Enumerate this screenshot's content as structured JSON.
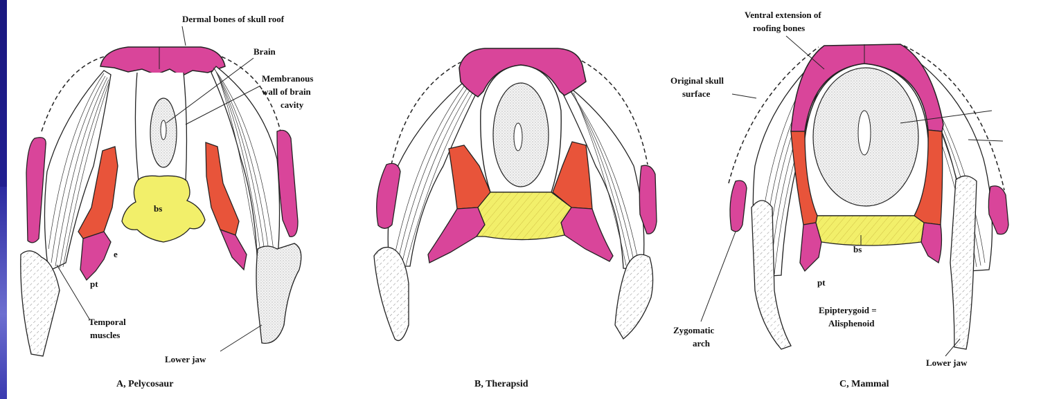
{
  "colors": {
    "background": "#1f1d8f",
    "dermal_roof": "#d9459a",
    "epipterygoid": "#e8543a",
    "basisphenoid": "#f2ef6a",
    "panel": "#ffffff"
  },
  "panels": {
    "a": {
      "caption": "A, Pelycosaur",
      "labels": {
        "dermal_bones": "Dermal bones of skull roof",
        "brain": "Brain",
        "membranous_1": "Membranous",
        "membranous_2": "wall of brain",
        "membranous_3": "cavity",
        "bs": "bs",
        "e": "e",
        "pt": "pt",
        "temporal_1": "Temporal",
        "temporal_2": "muscles",
        "lower_jaw": "Lower jaw"
      }
    },
    "b": {
      "caption": "B, Therapsid"
    },
    "c": {
      "caption": "C, Mammal",
      "labels": {
        "ventral_1": "Ventral extension of",
        "ventral_2": "roofing bones",
        "original_1": "Original skull",
        "original_2": "surface",
        "bs": "bs",
        "pt": "pt",
        "epipterygoid_1": "Epipterygoid =",
        "epipterygoid_2": "Alisphenoid",
        "zygomatic_1": "Zygomatic",
        "zygomatic_2": "arch",
        "lower_jaw": "Lower jaw"
      }
    }
  }
}
